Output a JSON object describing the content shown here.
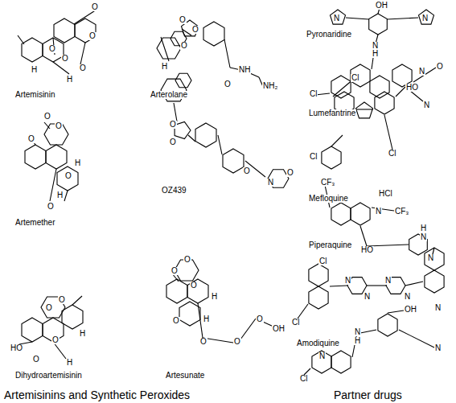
{
  "diagram": {
    "labels": [
      "Artemisinin",
      "Arterolane",
      "Artemether",
      "OZ439",
      "Dihydroartemisinin",
      "Artesunate",
      "Pyronaridine",
      "Lumefantrine",
      "Mefloquine",
      "Piperaquine",
      "Amodiquine",
      "HCl",
      "Artemisinins and Synthetic Peroxides",
      "Partner drugs",
      "O",
      "O",
      "O",
      "O",
      "O",
      "H",
      "H",
      "O",
      "O",
      "O",
      "H",
      "O",
      "NH",
      "NH₂",
      "O",
      "O",
      "O",
      "O",
      "O",
      "H",
      "H",
      "O",
      "O",
      "O",
      "N",
      "O",
      "HO",
      "O",
      "O",
      "O",
      "O",
      "H",
      "H",
      "O",
      "O",
      "O",
      "O",
      "O",
      "O",
      "O",
      "OH",
      "H",
      "H",
      "OH",
      "N",
      "N",
      "N",
      "H",
      "N",
      "O",
      "Cl",
      "Cl",
      "HO",
      "N",
      "Cl",
      "Cl",
      "CF₃",
      "N",
      "CF₃",
      "HO",
      "N",
      "H",
      "Cl",
      "N",
      "N",
      "N",
      "N",
      "N",
      "N",
      "Cl",
      "OH",
      "N",
      "N",
      "H",
      "N",
      "Cl"
    ]
  }
}
